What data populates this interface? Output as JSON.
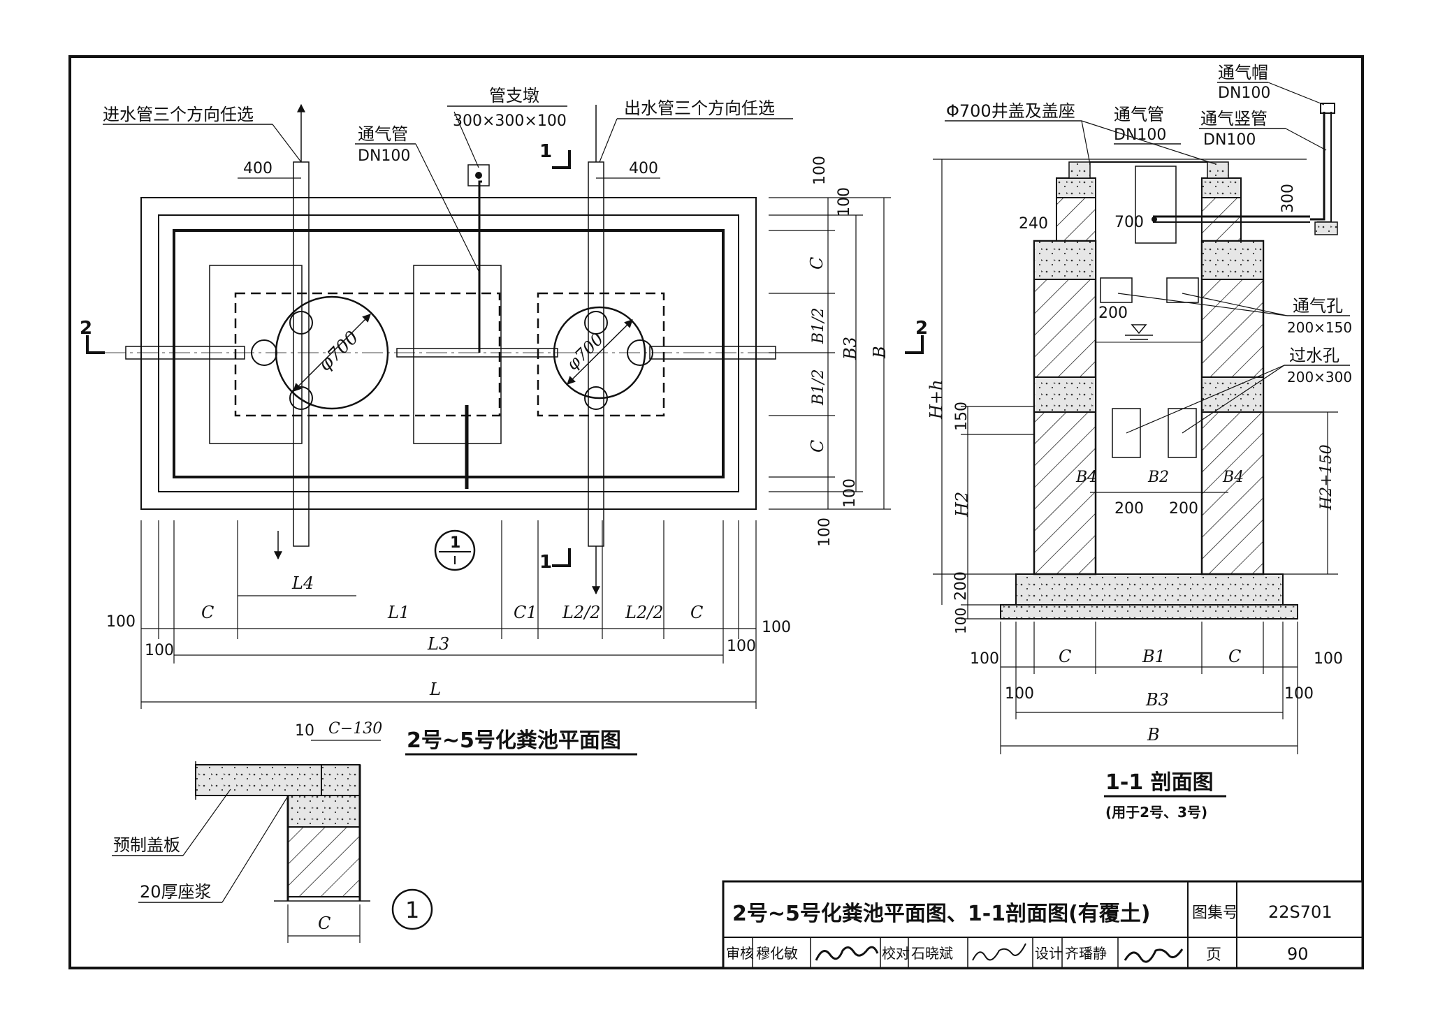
{
  "plan": {
    "title": "2号~5号化粪池平面图",
    "inlet_note": "进水管三个方向任选",
    "outlet_note": "出水管三个方向任选",
    "support_label": "管支墩",
    "support_size": "300×300×100",
    "vent_label": "通气管",
    "vent_size": "DN100",
    "manhole_dia": "φ700",
    "section_1": "1",
    "section_2": "2",
    "detail_ref": "1",
    "dim_400": "400",
    "dim_100": "100",
    "dim_C": "C",
    "dim_C1": "C1",
    "dim_L1": "L1",
    "dim_L2half": "L2/2",
    "dim_L3": "L3",
    "dim_L4": "L4",
    "dim_L": "L",
    "dim_B1half": "B1/2",
    "dim_B3": "B3",
    "dim_B": "B"
  },
  "detail": {
    "ref": "1",
    "dim_10": "10",
    "dim_C130": "C−130",
    "precast_cover": "预制盖板",
    "mortar": "20厚座浆",
    "dim_C": "C"
  },
  "section": {
    "title": "1-1 剖面图",
    "subtitle": "(用于2号、3号)",
    "vent_cap": "通气帽",
    "vent_cap_size": "DN100",
    "vent_riser": "通气竖管",
    "vent_riser_size": "DN100",
    "manhole_cover": "Φ700井盖及盖座",
    "vent_pipe": "通气管",
    "vent_pipe_size": "DN100",
    "vent_hole": "通气孔",
    "vent_hole_size": "200×150",
    "water_hole": "过水孔",
    "water_hole_size": "200×300",
    "dim_240": "240",
    "dim_700": "700",
    "dim_300": "300",
    "dim_200": "200",
    "dim_150": "150",
    "dim_100": "100",
    "dim_Hh": "H+h",
    "dim_H2": "H2",
    "dim_H2_150": "H2+150",
    "dim_B1": "B1",
    "dim_B2": "B2",
    "dim_B3": "B3",
    "dim_B4": "B4",
    "dim_B": "B",
    "dim_C": "C"
  },
  "title_block": {
    "title": "2号~5号化粪池平面图、1-1剖面图(有覆土)",
    "atlas_label": "图集号",
    "atlas_no": "22S701",
    "review_label": "审核",
    "reviewer": "穆化敏",
    "check_label": "校对",
    "checker": "石晓斌",
    "design_label": "设计",
    "designer": "齐璠静",
    "page_label": "页",
    "page_no": "90"
  }
}
